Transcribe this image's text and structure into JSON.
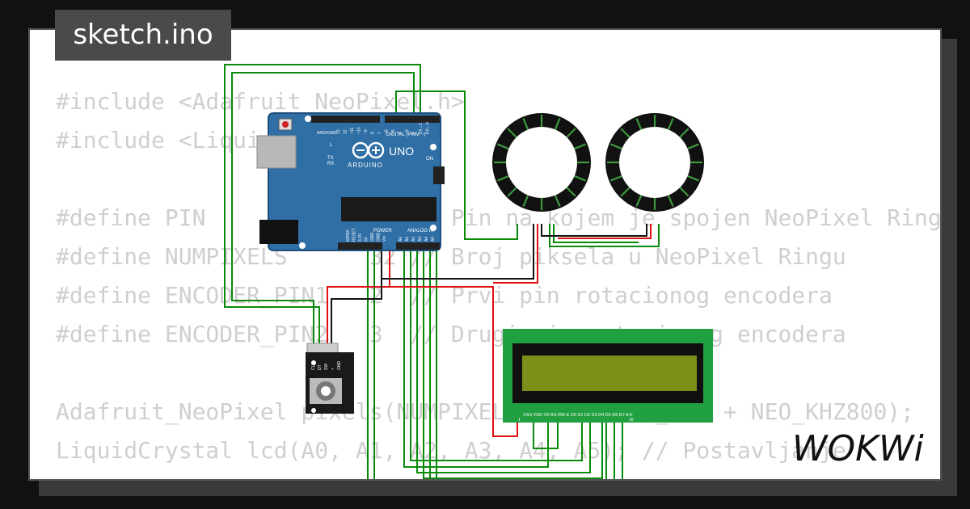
{
  "tab": {
    "title": "sketch.ino"
  },
  "code_lines": [
    "#include <Adafruit_NeoPixel.h>",
    "#include <LiquidCrystal.h>",
    "",
    "#define PIN            6  // Pin na kojem je spojen NeoPixel Ring",
    "#define NUMPIXELS      32 // Broj piksela u NeoPixel Ringu",
    "#define ENCODER_PIN1   2  // Prvi pin rotacionog encodera",
    "#define ENCODER_PIN2   3  // Drugi pin rotacionog encodera",
    "",
    "Adafruit_NeoPixel pixels(NUMPIXELS, PIN, NEO_GRB + NEO_KHZ800);",
    "LiquidCrystal lcd(A0, A1, A2, A3, A4, A5); // Postavljanje"
  ],
  "arduino": {
    "model": "UNO",
    "brand": "ARDUINO",
    "digital_label": "DIGITAL (PWM ~)",
    "power_label": "POWER",
    "analog_label": "ANALOG IN",
    "aref_label": "AREF",
    "gnd_label": "GND",
    "on_label": "ON",
    "l_label": "L",
    "tx_label": "TX",
    "rx_label": "RX",
    "power_pins": [
      "IOREF",
      "RESET",
      "3.3V",
      "5V",
      "GND",
      "GND",
      "Vin"
    ],
    "analog_pins": [
      "A0",
      "A1",
      "A2",
      "A3",
      "A4",
      "A5"
    ],
    "digital_pins": [
      "13",
      "12",
      "~11",
      "~10",
      "~9",
      "8",
      "7",
      "~6",
      "~5",
      "4",
      "~3",
      "2",
      "TX→1",
      "RX←0"
    ]
  },
  "encoder": {
    "pins": [
      "CLK",
      "DT",
      "SW",
      "+",
      "GND"
    ]
  },
  "lcd": {
    "pin_labels": "VSS VDD V0 RS RW E D0 D1 D2 D3 D4 D5 D6 D7 A K",
    "pin_first": "1",
    "pin_last": "16"
  },
  "logo": {
    "text": "WOKWi"
  },
  "colors": {
    "wire_green": "#0a8a0a",
    "wire_red": "#e01010",
    "wire_black": "#111111",
    "board_blue": "#2f6fa6",
    "lcd_green": "#20a040",
    "lcd_screen": "#7d8f19"
  }
}
